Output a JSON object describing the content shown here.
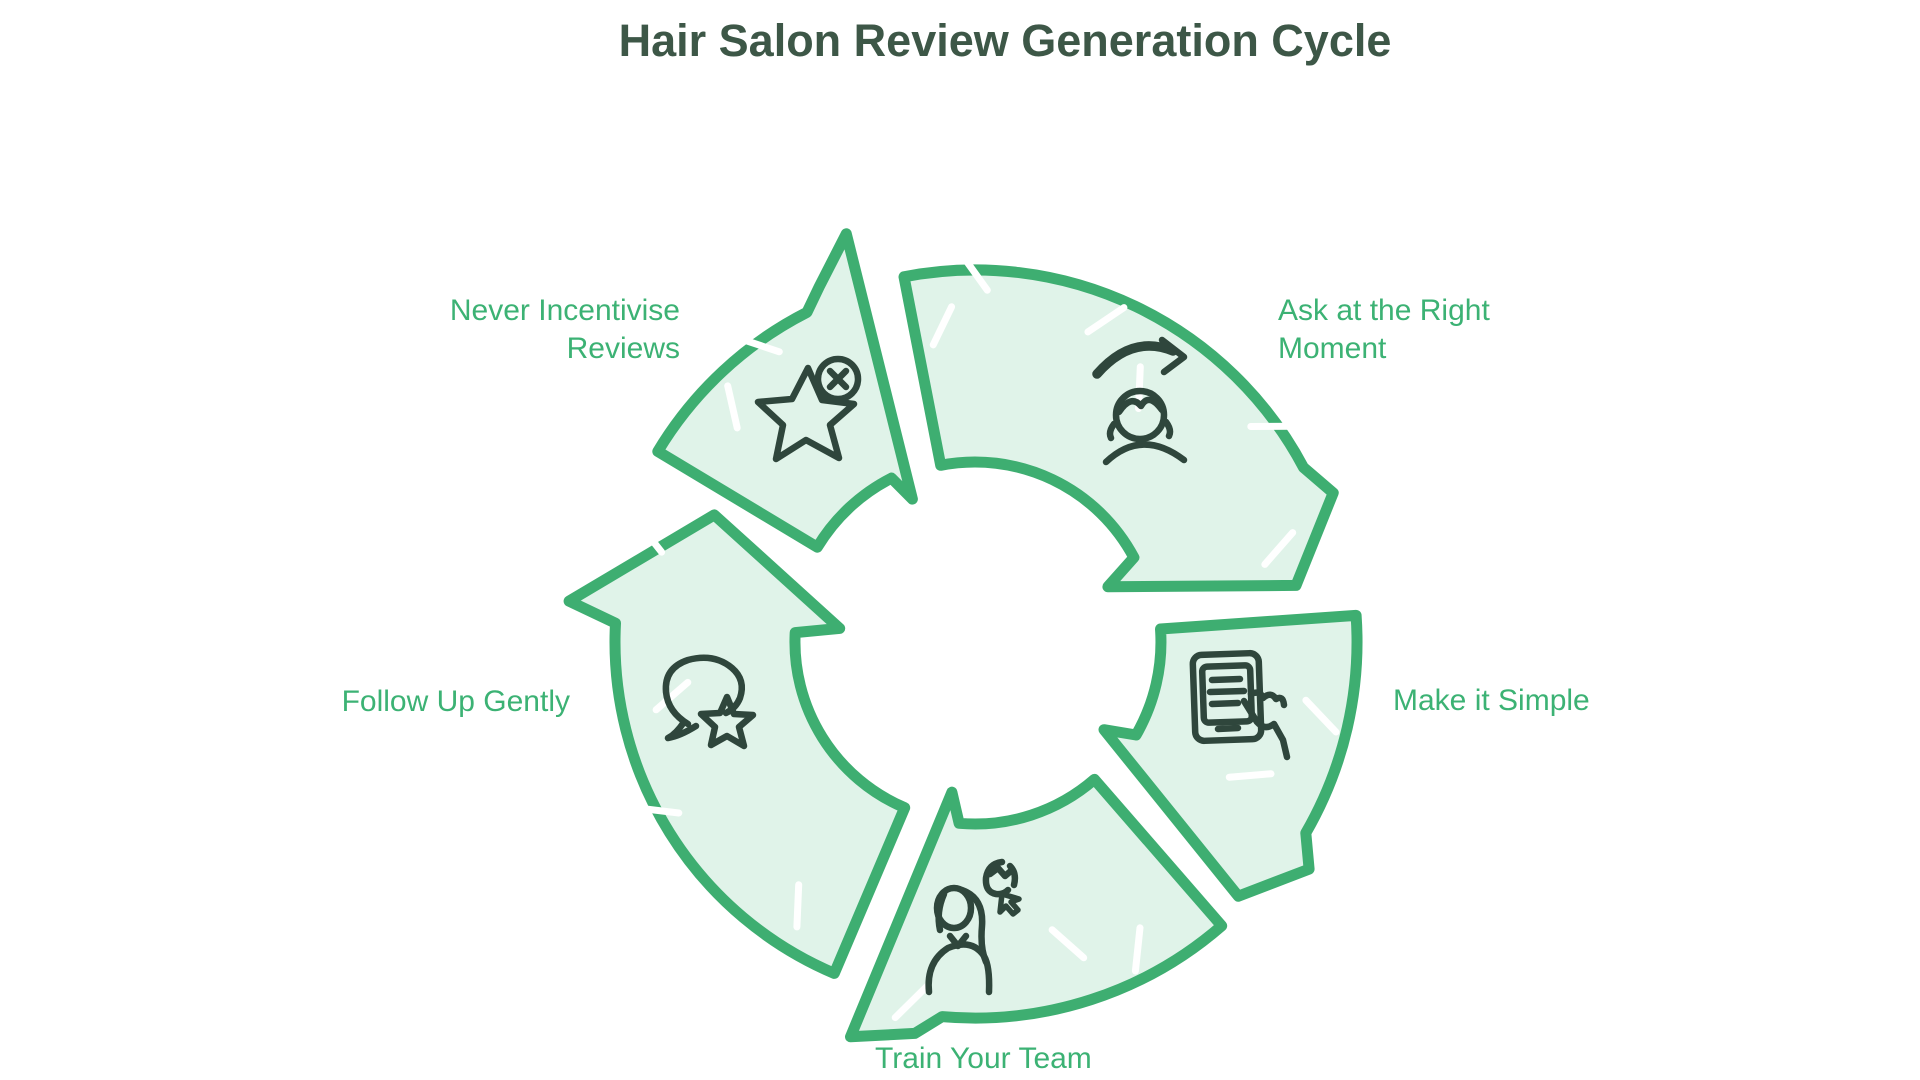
{
  "title": "Hair Salon Review Generation Cycle",
  "diagram": {
    "type": "cycle",
    "flow": "clockwise",
    "steps": [
      {
        "label": "Ask at the Right Moment",
        "icon": "person-signal-icon",
        "position": "top-right"
      },
      {
        "label": "Make it Simple",
        "icon": "tablet-hand-icon",
        "position": "right"
      },
      {
        "label": "Train Your Team",
        "icon": "team-members-icon",
        "position": "bottom"
      },
      {
        "label": "Follow Up Gently",
        "icon": "chat-bubble-star-icon",
        "position": "left"
      },
      {
        "label": "Never Incentivise Reviews",
        "icon": "star-crossed-out-icon",
        "position": "top-left"
      }
    ],
    "colors": {
      "ring_fill": "#e0f3e9",
      "ring_stroke": "#3eae71",
      "icon_stroke": "#2f463c",
      "label_text": "#3cb274",
      "title_text": "#3d5747"
    }
  }
}
